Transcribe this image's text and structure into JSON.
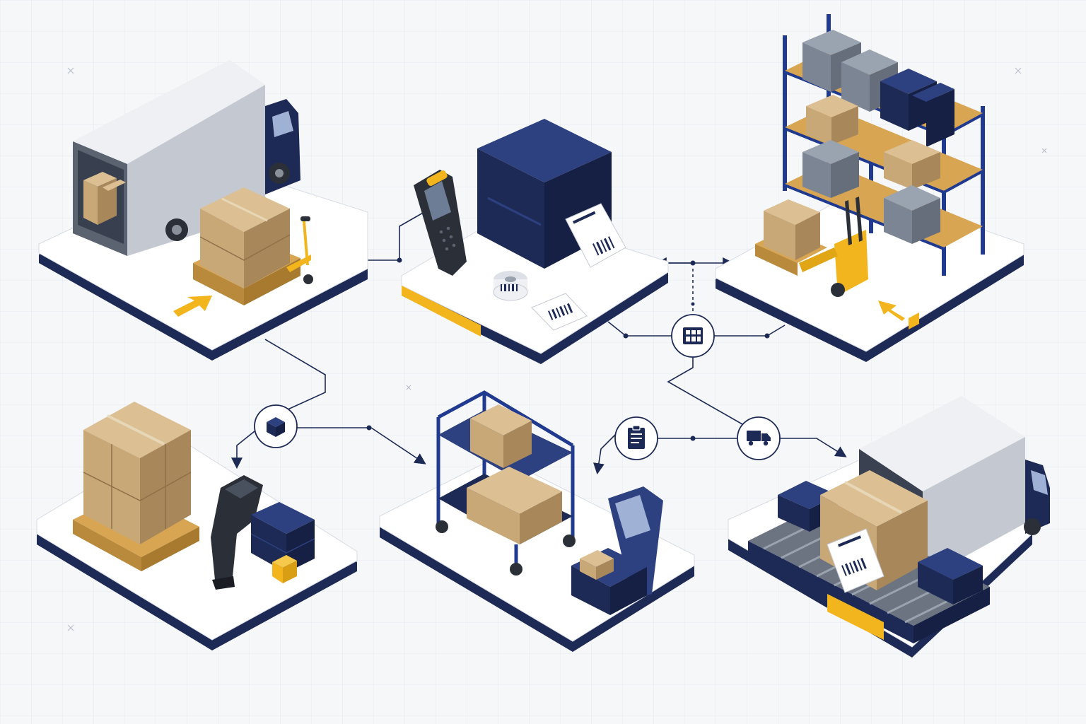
{
  "colors": {
    "background": "#f6f7f9",
    "grid": "#e4e8ef",
    "platform_top": "#ffffff",
    "platform_edge": "#1d2a55",
    "navy": "#1d2a55",
    "navy_light": "#2d4080",
    "accent_yellow": "#f2b51d",
    "cardboard": "#c9a878",
    "cardboard_dark": "#a8875a",
    "truck_box": "#d9dce2",
    "rack_blue": "#1f3a8f",
    "pallet_wood": "#d8a652"
  },
  "stations": [
    {
      "id": "receiving",
      "icons": [
        "truck-icon",
        "pallet-jack-icon",
        "box-stack-icon"
      ],
      "direction_arrow": "inbound"
    },
    {
      "id": "labeling",
      "icons": [
        "handheld-scanner-icon",
        "label-printer-icon",
        "label-roll-icon",
        "barcode-label-icon"
      ]
    },
    {
      "id": "storage",
      "icons": [
        "pallet-rack-icon",
        "pallet-jack-icon"
      ],
      "direction_arrow": "inbound"
    },
    {
      "id": "scanning",
      "icons": [
        "box-stack-icon",
        "barcode-scanner-icon",
        "tote-stack-icon"
      ]
    },
    {
      "id": "picking",
      "icons": [
        "picking-cart-icon",
        "scan-kiosk-icon"
      ]
    },
    {
      "id": "shipping",
      "icons": [
        "conveyor-icon",
        "shipping-label-icon",
        "truck-icon"
      ]
    }
  ],
  "connector_nodes": [
    {
      "id": "warehouse-hub",
      "icon": "warehouse-grid-icon"
    },
    {
      "id": "package-node",
      "icon": "package-icon"
    },
    {
      "id": "checklist-node",
      "icon": "clipboard-icon"
    },
    {
      "id": "delivery-node",
      "icon": "delivery-truck-icon"
    }
  ]
}
